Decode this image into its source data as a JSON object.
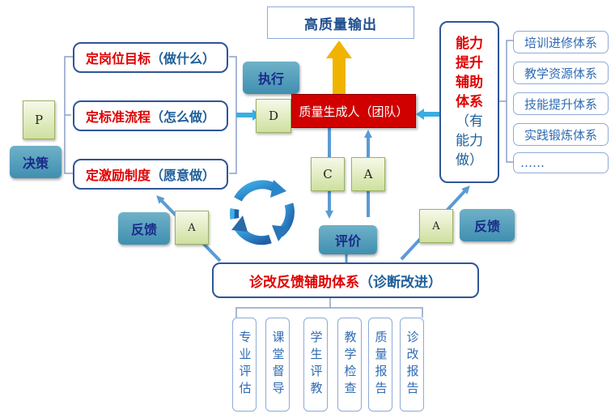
{
  "top_output": "高质量输出",
  "center": "质量生成人（团队）",
  "decision": {
    "letter": "P",
    "label": "决策"
  },
  "goals": [
    {
      "main": "定岗位目标",
      "note": "（做什么）"
    },
    {
      "main": "定标准流程",
      "note": "（怎么做）"
    },
    {
      "main": "定激励制度",
      "note": "（愿意做）"
    }
  ],
  "execute": {
    "label": "执行",
    "letter": "D"
  },
  "check_letter": "C",
  "act_letter": "A",
  "evaluate": "评价",
  "feedback_left": {
    "label": "反馈",
    "letter": "A"
  },
  "feedback_right": {
    "label": "反馈",
    "letter": "A"
  },
  "capability": {
    "main": "能力提升辅助体系",
    "note": "（有能力做）"
  },
  "systems": [
    "培训进修体系",
    "教学资源体系",
    "技能提升体系",
    "实践锻炼体系",
    "……"
  ],
  "diagnosis": {
    "main": "诊改反馈辅助体系",
    "note": "（诊断改进）"
  },
  "diagnosis_items": [
    "专业评估",
    "课堂督导",
    "学生评教",
    "教学检查",
    "质量报告",
    "诊改报告"
  ],
  "colors": {
    "red": "#e00000",
    "navy": "#2f5597",
    "arrow_blue": "#5b9bd5",
    "teal": "#4a9cbc",
    "output_arrow": "#f0b400"
  }
}
